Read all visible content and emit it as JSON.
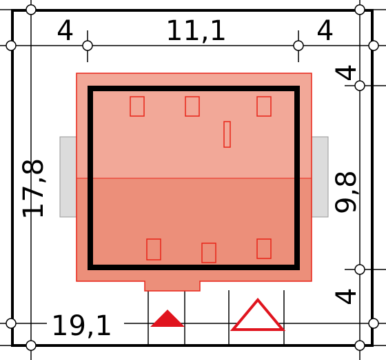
{
  "dimensions": {
    "top_left": "4",
    "top_center": "11,1",
    "top_right": "4",
    "left_vertical": "17,8",
    "right_top": "4",
    "right_middle": "9,8",
    "right_bottom": "4",
    "bottom_left": "19,1"
  },
  "colors": {
    "roof_upper": "#f2a898",
    "roof_lower": "#ec8f7a",
    "roof_outline": "#e82418",
    "wall": "#000000",
    "side_annex": "#dcdcdc",
    "north_arrow_filled": "#e0141e",
    "north_arrow_outline": "#e0141e"
  },
  "icons": {
    "filled_triangle": "north-arrow-filled-icon",
    "outline_triangle": "entrance-arrow-outline-icon"
  }
}
